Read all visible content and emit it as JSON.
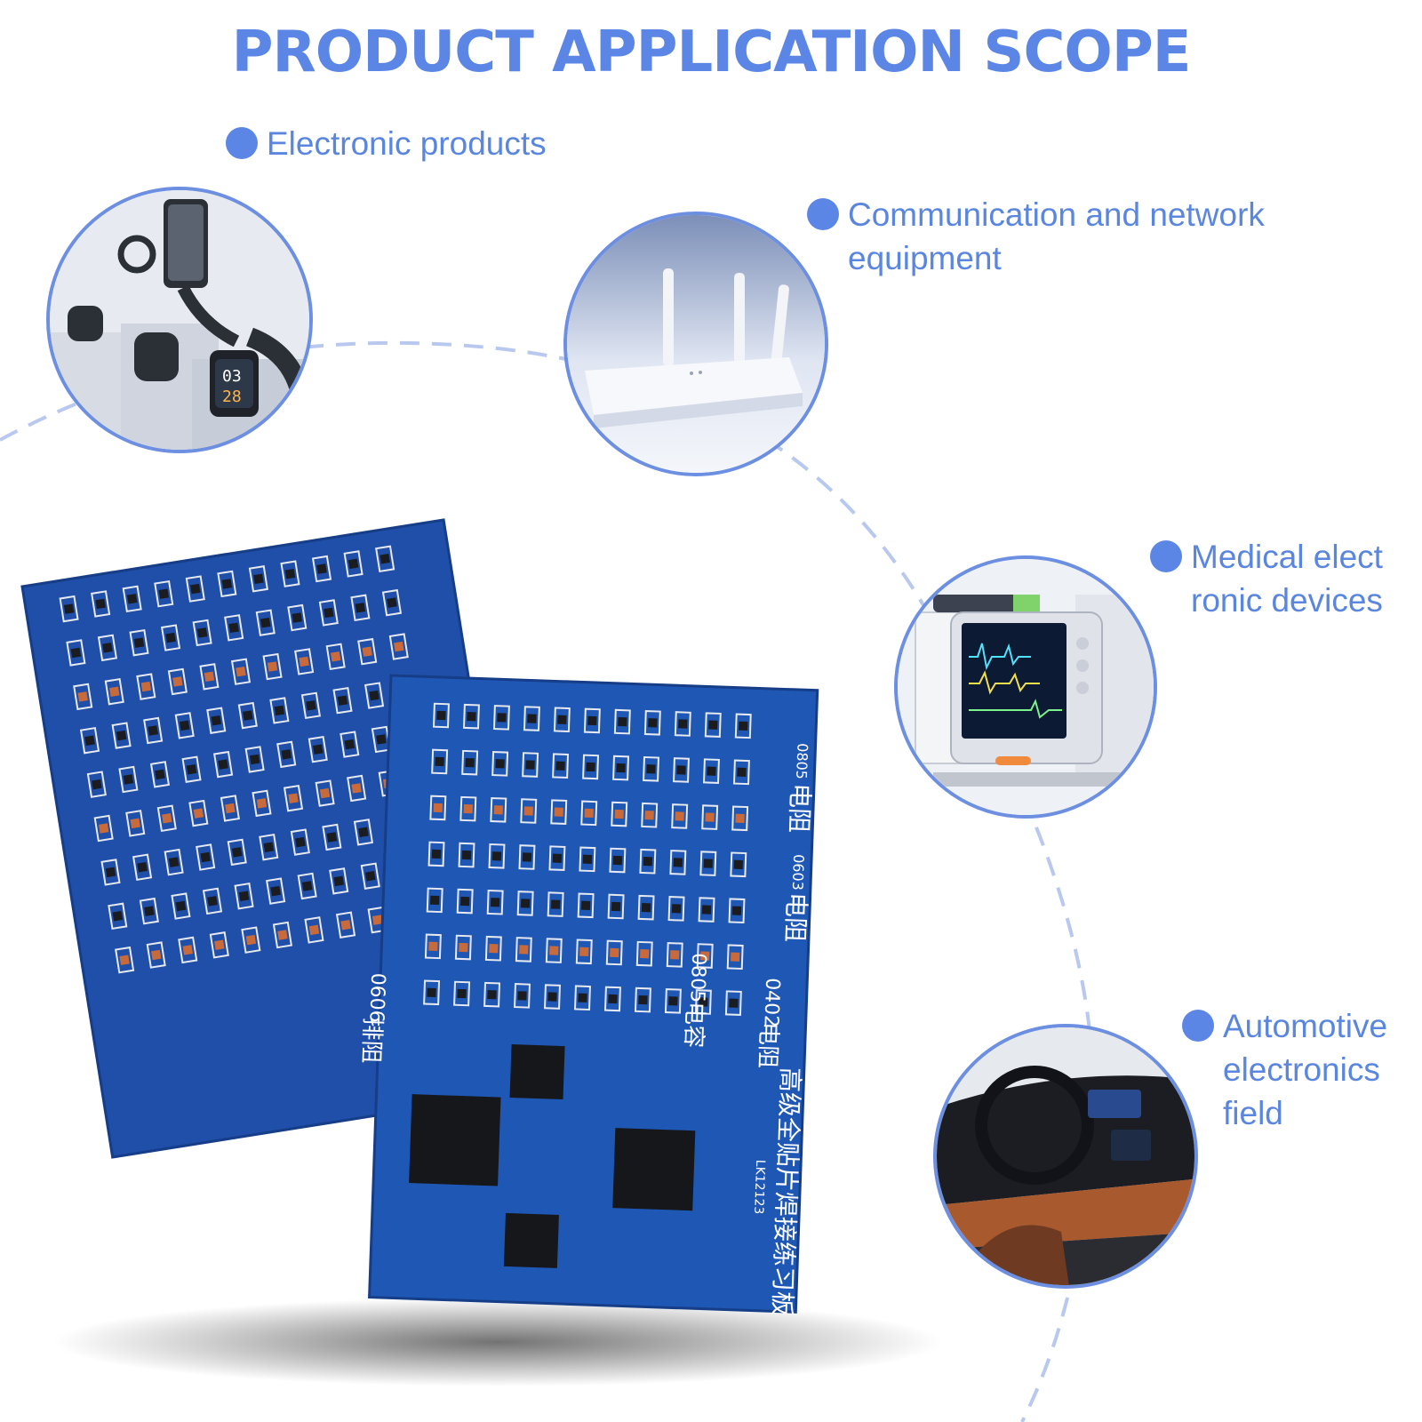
{
  "title": "PRODUCT APPLICATION SCOPE",
  "applications": [
    {
      "label": "Electronic products",
      "image": "electronic-products-photo"
    },
    {
      "label_lines": [
        "Communication and network",
        "equipment"
      ],
      "image": "wifi-router-photo"
    },
    {
      "label_lines": [
        "Medical elect",
        "ronic devices"
      ],
      "image": "patient-monitor-photo"
    },
    {
      "label_lines": [
        "Automotive",
        "electronics",
        "field"
      ],
      "image": "car-interior-photo"
    }
  ],
  "board": {
    "front_labels": [
      "0805",
      "电阻",
      "0603",
      "电阻",
      "0402",
      "电阻",
      "0805",
      "电容",
      "0606",
      "排阻",
      "LK12123"
    ],
    "vertical_title": "高级全贴片焊接练习板"
  },
  "colors": {
    "accent": "#5b86e5",
    "ring": "#6c8fe2",
    "pcb": "#1f4fa8",
    "pcb_dark": "#163d88",
    "pad": "#d9dde6"
  }
}
